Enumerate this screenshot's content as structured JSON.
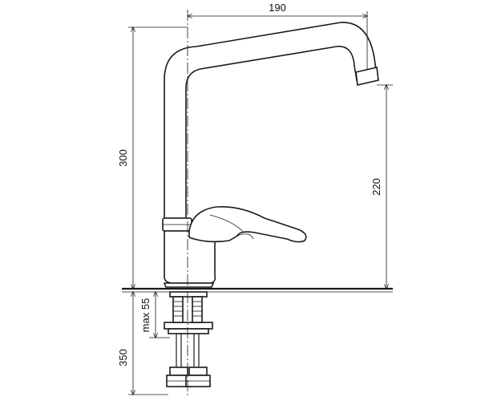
{
  "dimensions": {
    "spout_reach": "190",
    "total_height": "300",
    "spout_height": "220",
    "max_thickness": "max 55",
    "hose_length": "350"
  }
}
